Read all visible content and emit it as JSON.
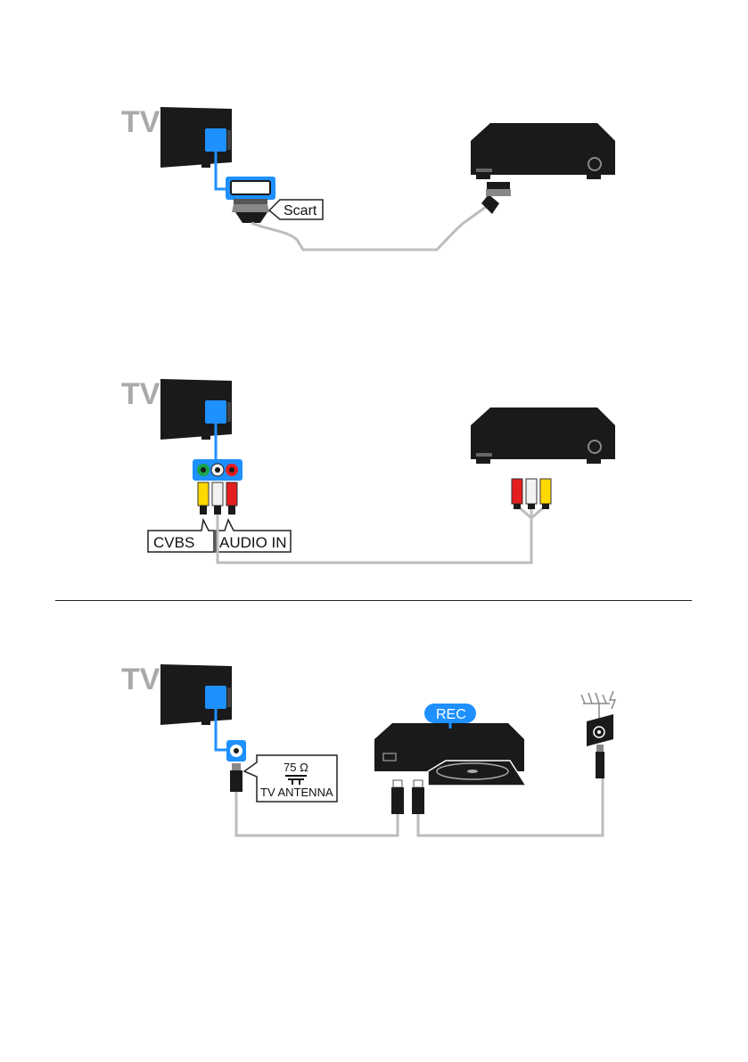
{
  "colors": {
    "tv_label": "#a9a9a9",
    "device_body": "#1a1a1a",
    "port_blue": "#1e90ff",
    "cable_gray": "#bdbdbd",
    "rca_yellow": "#ffd800",
    "rca_white": "#f2f2f2",
    "rca_red": "#e41e1e",
    "rca_green": "#1aa34a",
    "callout_border": "#222222"
  },
  "diagram1": {
    "tv_label": "TV",
    "connector_label": "Scart"
  },
  "diagram2": {
    "tv_label": "TV",
    "labels": [
      "CVBS",
      "AUDIO IN"
    ]
  },
  "diagram3": {
    "tv_label": "TV",
    "rec_label": "REC",
    "antenna_port_label": {
      "impedance": "75 Ω",
      "name": "TV ANTENNA"
    }
  }
}
